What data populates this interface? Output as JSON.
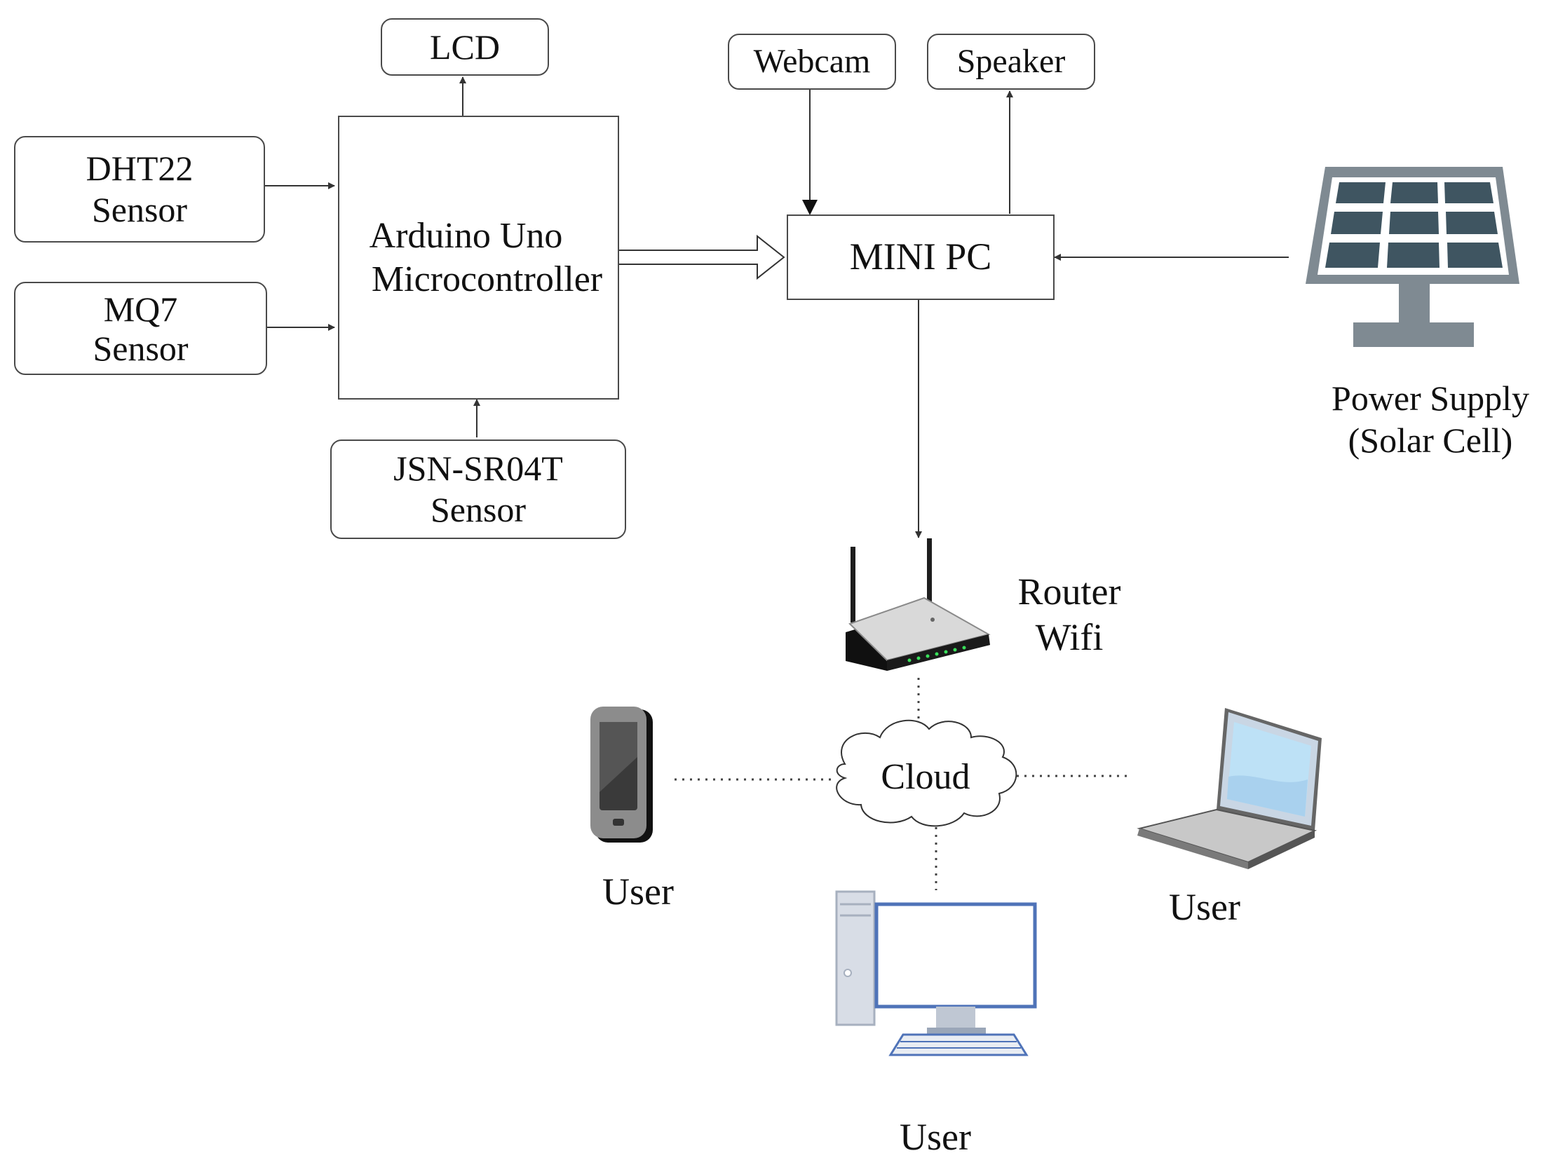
{
  "nodes": {
    "lcd": "LCD",
    "webcam": "Webcam",
    "speaker": "Speaker",
    "dht22": [
      "DHT22",
      "Sensor"
    ],
    "mq7": [
      "MQ7",
      "Sensor"
    ],
    "jsn": [
      "JSN-SR04T",
      "Sensor"
    ],
    "arduino": [
      "Arduino Uno",
      "Microcontroller"
    ],
    "minipc": "MINI PC",
    "power_supply": [
      "Power Supply",
      "(Solar Cell)"
    ],
    "router": [
      "Router",
      "Wifi"
    ],
    "cloud": "Cloud",
    "user_phone": "User",
    "user_desktop": "User",
    "user_laptop": "User"
  },
  "icons": {
    "solar_panel": "solar-panel-icon",
    "router": "wifi-router-icon",
    "cloud": "cloud-icon",
    "phone": "smartphone-icon",
    "desktop": "desktop-computer-icon",
    "laptop": "laptop-icon"
  },
  "colors": {
    "line": "#333333",
    "solar": "#7f8a92",
    "solar_cell": "#3f5561",
    "monitor": "#4f73b8",
    "device_gray": "#bfc7d3",
    "screen": "#b9dcf4"
  }
}
